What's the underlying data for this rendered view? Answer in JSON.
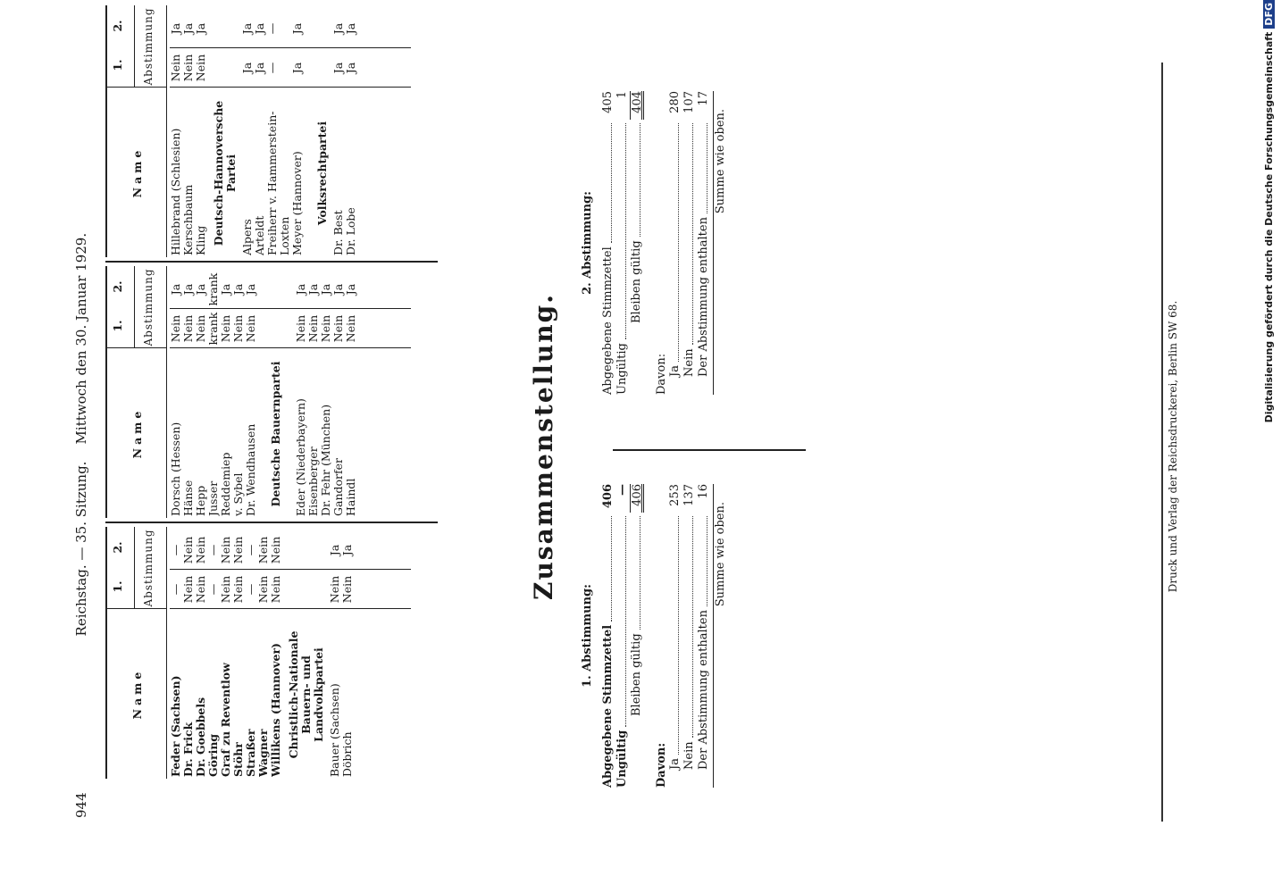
{
  "header": {
    "page_number": "944",
    "left_text": "Reichstag. — 35. Sitzung.",
    "right_text": "Mittwoch den 30. Januar 1929."
  },
  "table_headers": {
    "name": "Name",
    "col1": "1.",
    "col2": "2.",
    "abstimmung": "Abstimmung"
  },
  "tables": [
    {
      "rows": [
        {
          "name": "Feder (Sachsen)",
          "v1": "—",
          "v2": "—"
        },
        {
          "name": "Dr. Frick",
          "v1": "Nein",
          "v2": "Nein"
        },
        {
          "name": "Dr. Goebbels",
          "v1": "Nein",
          "v2": "Nein"
        },
        {
          "name": "Göring",
          "v1": "—",
          "v2": "—"
        },
        {
          "name": "Graf zu Reventlow",
          "v1": "Nein",
          "v2": "Nein"
        },
        {
          "name": "Stöhr",
          "v1": "Nein",
          "v2": "Nein"
        },
        {
          "name": "Straßer",
          "v1": "—",
          "v2": "—"
        },
        {
          "name": "Wagner",
          "v1": "Nein",
          "v2": "Nein"
        },
        {
          "name": "Willikens (Hannover)",
          "v1": "Nein",
          "v2": "Nein"
        }
      ],
      "group": "Christlich-Nationale Bauern- und Landvolkpartei",
      "group_rows": [
        {
          "name": "Bauer (Sachsen)",
          "v1": "Nein",
          "v2": "Ja"
        },
        {
          "name": "Döbrich",
          "v1": "Nein",
          "v2": "Ja"
        }
      ]
    },
    {
      "rows": [
        {
          "name": "Dorsch (Hessen)",
          "v1": "Nein",
          "v2": "Ja"
        },
        {
          "name": "Hänse",
          "v1": "Nein",
          "v2": "Ja"
        },
        {
          "name": "Hepp",
          "v1": "Nein",
          "v2": "Ja"
        },
        {
          "name": "Jusser",
          "v1": "krank",
          "v2": "krank"
        },
        {
          "name": "Reddemiep",
          "v1": "Nein",
          "v2": "Ja"
        },
        {
          "name": "v. Sybel",
          "v1": "Nein",
          "v2": "Ja"
        },
        {
          "name": "Dr. Wendhausen",
          "v1": "Nein",
          "v2": "Ja"
        }
      ],
      "group": "Deutsche Bauernpartei",
      "group_rows": [
        {
          "name": "Eder (Niederbayern)",
          "v1": "Nein",
          "v2": "Ja"
        },
        {
          "name": "Eisenberger",
          "v1": "Nein",
          "v2": "Ja"
        },
        {
          "name": "Dr. Fehr (München)",
          "v1": "Nein",
          "v2": "Ja"
        },
        {
          "name": "Gandorfer",
          "v1": "Nein",
          "v2": "Ja"
        },
        {
          "name": "Haindl",
          "v1": "Nein",
          "v2": "Ja"
        }
      ]
    },
    {
      "rows": [
        {
          "name": "Hillebrand (Schlesien)",
          "v1": "Nein",
          "v2": "Ja"
        },
        {
          "name": "Kerschbaum",
          "v1": "Nein",
          "v2": "Ja"
        },
        {
          "name": "Kling",
          "v1": "Nein",
          "v2": "Ja"
        }
      ],
      "group": "Deutsch-Hannoversche Partei",
      "group_rows": [
        {
          "name": "Alpers",
          "v1": "Ja",
          "v2": "Ja"
        },
        {
          "name": "Arteldt",
          "v1": "Ja",
          "v2": "Ja"
        },
        {
          "name": "Freiherr v. Hammerstein-Loxten",
          "v1": "—",
          "v2": "—"
        },
        {
          "name": "Meyer (Hannover)",
          "v1": "Ja",
          "v2": "Ja"
        }
      ],
      "group2": "Volksrechtpartei",
      "group2_rows": [
        {
          "name": "Dr. Best",
          "v1": "Ja",
          "v2": "Ja"
        },
        {
          "name": "Dr. Lobe",
          "v1": "Ja",
          "v2": "Ja"
        }
      ]
    }
  ],
  "summary": {
    "title": "Zusammenstellung.",
    "blocks": [
      {
        "title": "1. Abstimmung:",
        "abgegeben_label": "Abgegebene Stimmzettel",
        "abgegeben": "406",
        "ungueltig_label": "Ungültig",
        "ungueltig": "—",
        "gueltig_label": "Bleiben gültig",
        "gueltig": "406",
        "davon_label": "Davon:",
        "ja_label": "Ja",
        "ja": "253",
        "nein_label": "Nein",
        "nein": "137",
        "enthalten_label": "Der Abstimmung enthalten",
        "enthalten": "16",
        "summe": "Summe wie oben."
      },
      {
        "title": "2. Abstimmung:",
        "abgegeben_label": "Abgegebene Stimmzettel",
        "abgegeben": "405",
        "ungueltig_label": "Ungültig",
        "ungueltig": "1",
        "gueltig_label": "Bleiben gültig",
        "gueltig": "404",
        "davon_label": "Davon:",
        "ja_label": "Ja",
        "ja": "280",
        "nein_label": "Nein",
        "nein": "107",
        "enthalten_label": "Der Abstimmung enthalten",
        "enthalten": "17",
        "summe": "Summe wie oben."
      }
    ]
  },
  "imprint": "Druck und Verlag der Reichsdruckerei, Berlin SW 68.",
  "credit": {
    "text": "Digitalisierung gefördert durch die Deutsche Forschungsgemeinschaft",
    "logo": "DFG"
  }
}
